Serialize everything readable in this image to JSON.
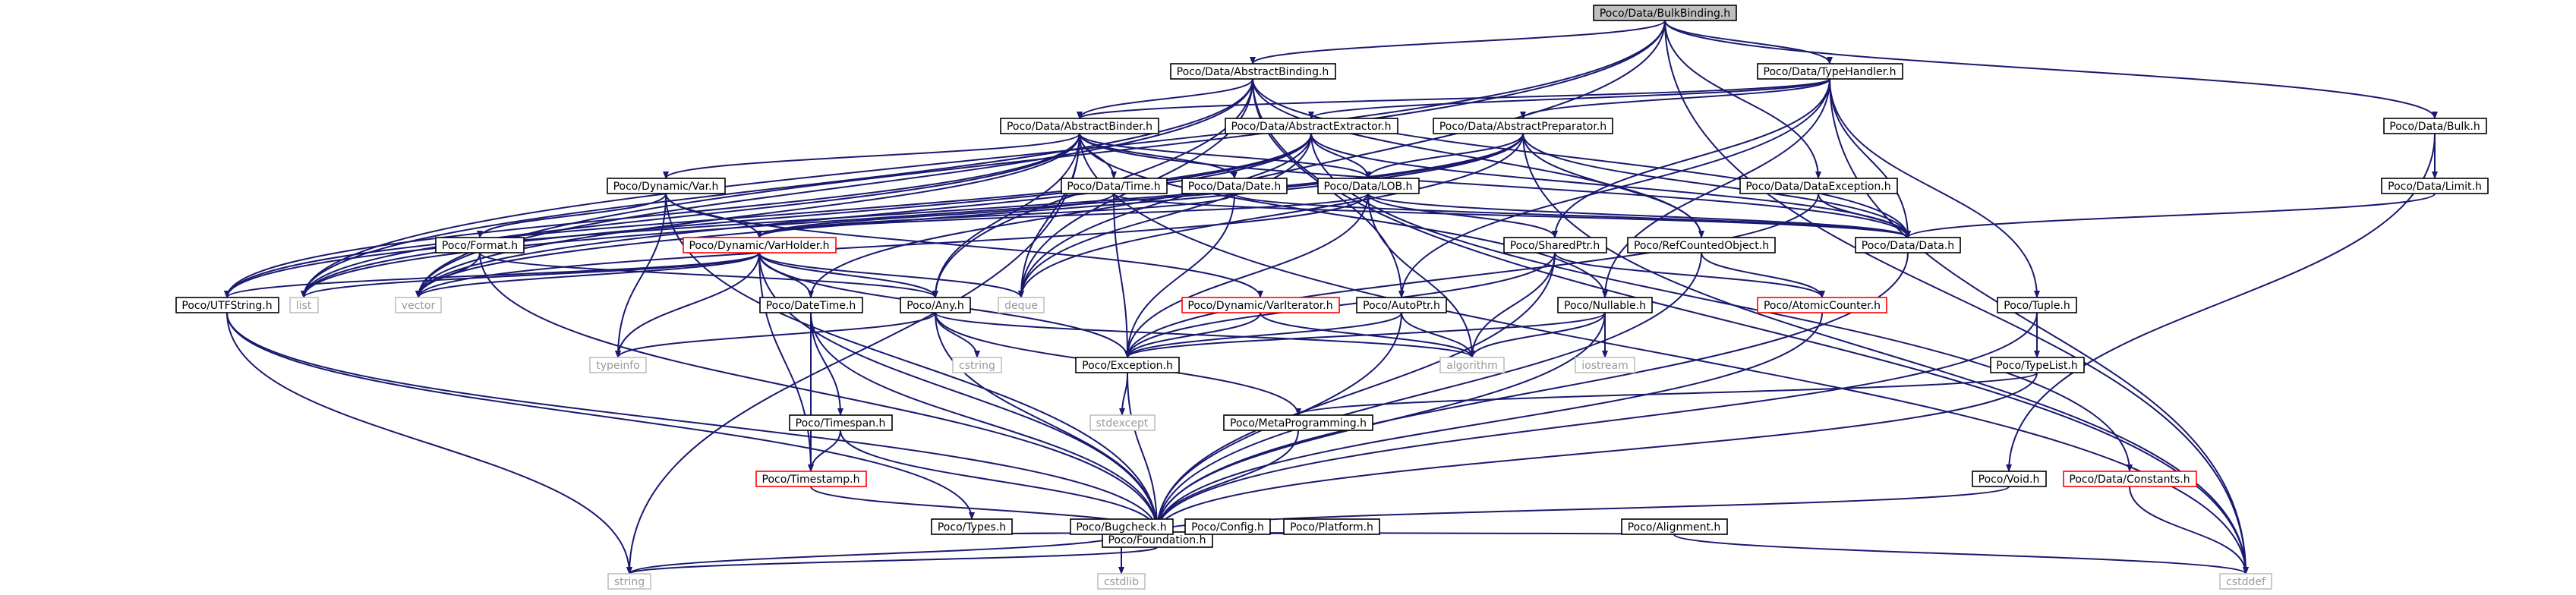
{
  "colors": {
    "edge": "#191970",
    "root_fill": "#bfbfbf",
    "external_border": "#bfbfbf",
    "incomplete_border": "#ff0000",
    "node_border": "#000000"
  },
  "nodes": [
    {
      "id": "bulkbinding",
      "label": "Poco/Data/BulkBinding.h",
      "kind": "root"
    },
    {
      "id": "abstractbinding",
      "label": "Poco/Data/AbstractBinding.h",
      "kind": "normal"
    },
    {
      "id": "typehandler",
      "label": "Poco/Data/TypeHandler.h",
      "kind": "normal"
    },
    {
      "id": "abstractbinder",
      "label": "Poco/Data/AbstractBinder.h",
      "kind": "normal"
    },
    {
      "id": "abstractextractor",
      "label": "Poco/Data/AbstractExtractor.h",
      "kind": "normal"
    },
    {
      "id": "abstractpreparator",
      "label": "Poco/Data/AbstractPreparator.h",
      "kind": "normal"
    },
    {
      "id": "bulk",
      "label": "Poco/Data/Bulk.h",
      "kind": "normal"
    },
    {
      "id": "limit",
      "label": "Poco/Data/Limit.h",
      "kind": "normal"
    },
    {
      "id": "dynvar",
      "label": "Poco/Dynamic/Var.h",
      "kind": "normal"
    },
    {
      "id": "datatime",
      "label": "Poco/Data/Time.h",
      "kind": "normal"
    },
    {
      "id": "datadate",
      "label": "Poco/Data/Date.h",
      "kind": "normal"
    },
    {
      "id": "lob",
      "label": "Poco/Data/LOB.h",
      "kind": "normal"
    },
    {
      "id": "dataexception",
      "label": "Poco/Data/DataException.h",
      "kind": "normal"
    },
    {
      "id": "format",
      "label": "Poco/Format.h",
      "kind": "normal"
    },
    {
      "id": "varholder",
      "label": "Poco/Dynamic/VarHolder.h",
      "kind": "red"
    },
    {
      "id": "sharedptr",
      "label": "Poco/SharedPtr.h",
      "kind": "normal"
    },
    {
      "id": "refcounted",
      "label": "Poco/RefCountedObject.h",
      "kind": "normal"
    },
    {
      "id": "datadatah",
      "label": "Poco/Data/Data.h",
      "kind": "normal"
    },
    {
      "id": "utfstring",
      "label": "Poco/UTFString.h",
      "kind": "normal"
    },
    {
      "id": "list",
      "label": "list",
      "kind": "ext"
    },
    {
      "id": "vector",
      "label": "vector",
      "kind": "ext"
    },
    {
      "id": "deque",
      "label": "deque",
      "kind": "ext"
    },
    {
      "id": "datetime",
      "label": "Poco/DateTime.h",
      "kind": "normal"
    },
    {
      "id": "any",
      "label": "Poco/Any.h",
      "kind": "normal"
    },
    {
      "id": "variterator",
      "label": "Poco/Dynamic/VarIterator.h",
      "kind": "red"
    },
    {
      "id": "autoptr",
      "label": "Poco/AutoPtr.h",
      "kind": "normal"
    },
    {
      "id": "nullable",
      "label": "Poco/Nullable.h",
      "kind": "normal"
    },
    {
      "id": "atomiccounter",
      "label": "Poco/AtomicCounter.h",
      "kind": "red"
    },
    {
      "id": "tuple",
      "label": "Poco/Tuple.h",
      "kind": "normal"
    },
    {
      "id": "typeinfo",
      "label": "typeinfo",
      "kind": "ext"
    },
    {
      "id": "cstring",
      "label": "cstring",
      "kind": "ext"
    },
    {
      "id": "exception",
      "label": "Poco/Exception.h",
      "kind": "normal"
    },
    {
      "id": "algorithm",
      "label": "algorithm",
      "kind": "ext"
    },
    {
      "id": "iostream",
      "label": "iostream",
      "kind": "ext"
    },
    {
      "id": "typelist",
      "label": "Poco/TypeList.h",
      "kind": "normal"
    },
    {
      "id": "timespan",
      "label": "Poco/Timespan.h",
      "kind": "normal"
    },
    {
      "id": "stdexcept",
      "label": "stdexcept",
      "kind": "ext"
    },
    {
      "id": "metaprog",
      "label": "Poco/MetaProgramming.h",
      "kind": "normal"
    },
    {
      "id": "timestamp",
      "label": "Poco/Timestamp.h",
      "kind": "red"
    },
    {
      "id": "void",
      "label": "Poco/Void.h",
      "kind": "normal"
    },
    {
      "id": "constants",
      "label": "Poco/Data/Constants.h",
      "kind": "red"
    },
    {
      "id": "foundation",
      "label": "Poco/Foundation.h",
      "kind": "normal"
    },
    {
      "id": "types",
      "label": "Poco/Types.h",
      "kind": "normal"
    },
    {
      "id": "bugcheck",
      "label": "Poco/Bugcheck.h",
      "kind": "normal"
    },
    {
      "id": "config",
      "label": "Poco/Config.h",
      "kind": "normal"
    },
    {
      "id": "platform",
      "label": "Poco/Platform.h",
      "kind": "normal"
    },
    {
      "id": "alignment",
      "label": "Poco/Alignment.h",
      "kind": "normal"
    },
    {
      "id": "cstdlib",
      "label": "cstdlib",
      "kind": "ext"
    },
    {
      "id": "string",
      "label": "string",
      "kind": "ext"
    },
    {
      "id": "cstddef",
      "label": "cstddef",
      "kind": "ext"
    }
  ],
  "edges": [
    [
      "bulkbinding",
      "abstractbinding"
    ],
    [
      "bulkbinding",
      "typehandler"
    ],
    [
      "bulkbinding",
      "bulk"
    ],
    [
      "bulkbinding",
      "dataexception"
    ],
    [
      "bulkbinding",
      "vector"
    ],
    [
      "bulkbinding",
      "list"
    ],
    [
      "bulkbinding",
      "deque"
    ],
    [
      "bulkbinding",
      "cstddef"
    ],
    [
      "abstractbinding",
      "abstractbinder"
    ],
    [
      "abstractbinding",
      "datadatah"
    ],
    [
      "abstractbinding",
      "any"
    ],
    [
      "abstractbinding",
      "refcounted"
    ],
    [
      "abstractbinding",
      "autoptr"
    ],
    [
      "abstractbinding",
      "vector"
    ],
    [
      "abstractbinding",
      "list"
    ],
    [
      "abstractbinding",
      "deque"
    ],
    [
      "abstractbinding",
      "cstddef"
    ],
    [
      "typehandler",
      "abstractbinder"
    ],
    [
      "typehandler",
      "abstractextractor"
    ],
    [
      "typehandler",
      "abstractpreparator"
    ],
    [
      "typehandler",
      "datadatah"
    ],
    [
      "typehandler",
      "nullable"
    ],
    [
      "typehandler",
      "tuple"
    ],
    [
      "typehandler",
      "autoptr"
    ],
    [
      "typehandler",
      "sharedptr"
    ],
    [
      "typehandler",
      "cstddef"
    ],
    [
      "abstractbinder",
      "datadatah"
    ],
    [
      "abstractbinder",
      "datadate"
    ],
    [
      "abstractbinder",
      "datatime"
    ],
    [
      "abstractbinder",
      "lob"
    ],
    [
      "abstractbinder",
      "dynvar"
    ],
    [
      "abstractbinder",
      "any"
    ],
    [
      "abstractbinder",
      "nullable"
    ],
    [
      "abstractbinder",
      "utfstring"
    ],
    [
      "abstractbinder",
      "vector"
    ],
    [
      "abstractbinder",
      "list"
    ],
    [
      "abstractbinder",
      "deque"
    ],
    [
      "abstractbinder",
      "string"
    ],
    [
      "abstractbinder",
      "cstddef"
    ],
    [
      "abstractextractor",
      "datadatah"
    ],
    [
      "abstractextractor",
      "lob"
    ],
    [
      "abstractextractor",
      "datetime"
    ],
    [
      "abstractextractor",
      "utfstring"
    ],
    [
      "abstractextractor",
      "vector"
    ],
    [
      "abstractextractor",
      "list"
    ],
    [
      "abstractextractor",
      "deque"
    ],
    [
      "abstractextractor",
      "constants"
    ],
    [
      "abstractpreparator",
      "refcounted"
    ],
    [
      "abstractpreparator",
      "datadatah"
    ],
    [
      "abstractpreparator",
      "lob"
    ],
    [
      "abstractpreparator",
      "utfstring"
    ],
    [
      "abstractpreparator",
      "vector"
    ],
    [
      "abstractpreparator",
      "list"
    ],
    [
      "abstractpreparator",
      "deque"
    ],
    [
      "abstractpreparator",
      "cstddef"
    ],
    [
      "bulk",
      "limit"
    ],
    [
      "bulk",
      "void"
    ],
    [
      "limit",
      "datadatah"
    ],
    [
      "dynvar",
      "varholder"
    ],
    [
      "dynvar",
      "format"
    ],
    [
      "dynvar",
      "foundation"
    ],
    [
      "dynvar",
      "variterator"
    ],
    [
      "dynvar",
      "typeinfo"
    ],
    [
      "datatime",
      "datadatah"
    ],
    [
      "datatime",
      "exception"
    ],
    [
      "datatime",
      "varholder"
    ],
    [
      "datadate",
      "datadatah"
    ],
    [
      "datadate",
      "exception"
    ],
    [
      "datadate",
      "varholder"
    ],
    [
      "lob",
      "datadatah"
    ],
    [
      "lob",
      "sharedptr"
    ],
    [
      "lob",
      "varholder"
    ],
    [
      "lob",
      "exception"
    ],
    [
      "lob",
      "algorithm"
    ],
    [
      "lob",
      "vector"
    ],
    [
      "dataexception",
      "datadatah"
    ],
    [
      "dataexception",
      "exception"
    ],
    [
      "format",
      "any"
    ],
    [
      "format",
      "foundation"
    ],
    [
      "format",
      "vector"
    ],
    [
      "varholder",
      "foundation"
    ],
    [
      "varholder",
      "datetime"
    ],
    [
      "varholder",
      "timestamp"
    ],
    [
      "varholder",
      "utfstring"
    ],
    [
      "varholder",
      "any"
    ],
    [
      "varholder",
      "exception"
    ],
    [
      "varholder",
      "vector"
    ],
    [
      "varholder",
      "list"
    ],
    [
      "varholder",
      "deque"
    ],
    [
      "varholder",
      "typeinfo"
    ],
    [
      "sharedptr",
      "exception"
    ],
    [
      "sharedptr",
      "atomiccounter"
    ],
    [
      "sharedptr",
      "algorithm"
    ],
    [
      "sharedptr",
      "foundation"
    ],
    [
      "refcounted",
      "foundation"
    ],
    [
      "refcounted",
      "atomiccounter"
    ],
    [
      "datadatah",
      "foundation"
    ],
    [
      "utfstring",
      "foundation"
    ],
    [
      "utfstring",
      "types"
    ],
    [
      "utfstring",
      "string"
    ],
    [
      "datetime",
      "foundation"
    ],
    [
      "datetime",
      "timestamp"
    ],
    [
      "datetime",
      "timespan"
    ],
    [
      "any",
      "foundation"
    ],
    [
      "any",
      "metaprog"
    ],
    [
      "any",
      "algorithm"
    ],
    [
      "any",
      "typeinfo"
    ],
    [
      "any",
      "cstring"
    ],
    [
      "variterator",
      "exception"
    ],
    [
      "variterator",
      "algorithm"
    ],
    [
      "autoptr",
      "foundation"
    ],
    [
      "autoptr",
      "exception"
    ],
    [
      "autoptr",
      "algorithm"
    ],
    [
      "nullable",
      "foundation"
    ],
    [
      "nullable",
      "exception"
    ],
    [
      "nullable",
      "algorithm"
    ],
    [
      "nullable",
      "iostream"
    ],
    [
      "atomiccounter",
      "foundation"
    ],
    [
      "tuple",
      "foundation"
    ],
    [
      "tuple",
      "typelist"
    ],
    [
      "exception",
      "foundation"
    ],
    [
      "exception",
      "stdexcept"
    ],
    [
      "typelist",
      "foundation"
    ],
    [
      "typelist",
      "metaprog"
    ],
    [
      "timespan",
      "timestamp"
    ],
    [
      "timespan",
      "foundation"
    ],
    [
      "metaprog",
      "foundation"
    ],
    [
      "timestamp",
      "foundation"
    ],
    [
      "void",
      "foundation"
    ],
    [
      "constants",
      "cstddef"
    ],
    [
      "foundation",
      "config"
    ],
    [
      "foundation",
      "platform"
    ],
    [
      "foundation",
      "alignment"
    ],
    [
      "foundation",
      "types"
    ],
    [
      "foundation",
      "bugcheck"
    ],
    [
      "foundation",
      "string"
    ],
    [
      "types",
      "foundation"
    ],
    [
      "bugcheck",
      "foundation"
    ],
    [
      "bugcheck",
      "cstdlib"
    ],
    [
      "bugcheck",
      "string"
    ],
    [
      "alignment",
      "cstddef"
    ]
  ]
}
